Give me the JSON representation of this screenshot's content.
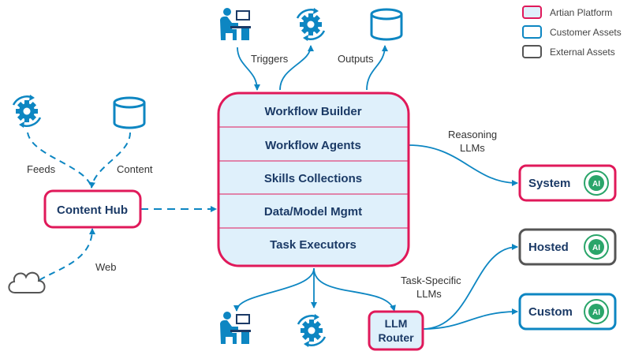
{
  "colors": {
    "platform_border": "#e0195a",
    "customer_blue": "#0d86c2",
    "external_gray": "#555555",
    "row_fill": "#dff0fb",
    "text_navy": "#1b3a66",
    "icon_dark_navy": "#1b3a66",
    "ai_green": "#2aa56a"
  },
  "legend": {
    "platform": "Artian Platform",
    "customer": "Customer Assets",
    "external": "External Assets"
  },
  "platform_rows": [
    "Workflow Builder",
    "Workflow Agents",
    "Skills Collections",
    "Data/Model Mgmt",
    "Task Executors"
  ],
  "content_hub": "Content Hub",
  "llm_router": {
    "line1": "LLM",
    "line2": "Router"
  },
  "llm_boxes": {
    "system": "System",
    "hosted": "Hosted",
    "custom": "Custom",
    "ai_badge": "AI"
  },
  "edge_labels": {
    "triggers": "Triggers",
    "outputs": "Outputs",
    "feeds": "Feeds",
    "content": "Content",
    "web": "Web",
    "reasoning_line1": "Reasoning",
    "reasoning_line2": "LLMs",
    "task_line1": "Task-Specific",
    "task_line2": "LLMs"
  },
  "icons": {
    "top": [
      "user-at-desk-icon",
      "gear-sync-icon",
      "database-icon"
    ],
    "left": [
      "gear-sync-icon",
      "database-icon",
      "cloud-icon"
    ],
    "bottom": [
      "user-at-desk-icon",
      "gear-sync-icon"
    ]
  }
}
